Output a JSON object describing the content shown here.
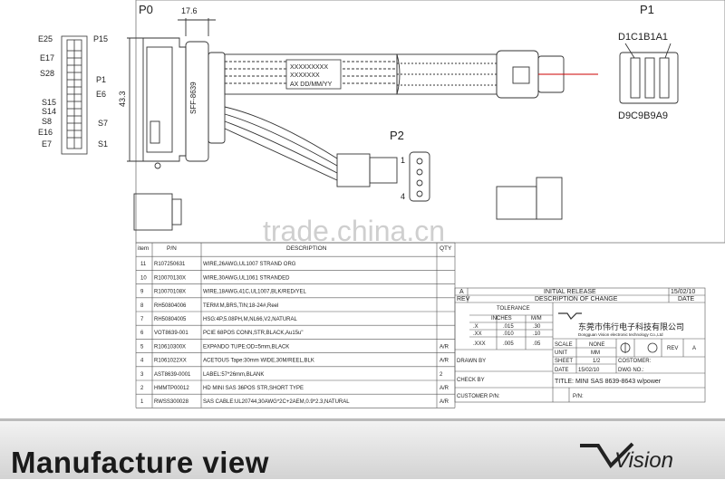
{
  "views": {
    "p0": "P0",
    "p1": "P1",
    "p2": "P2",
    "dim_top": "17.6",
    "dim_side": "43.3",
    "sff_label": "SFF-8639",
    "label_line1": "XXXXXXXXX",
    "label_line2": "XXXXXXX",
    "label_line3": "AX DD/MM/YY"
  },
  "pins_left": {
    "e25": "E25",
    "p15": "P15",
    "e17": "E17",
    "s28": "S28",
    "p1": "P1",
    "e6": "E6",
    "s15": "S15",
    "s14": "S14",
    "s8": "S8",
    "s7": "S7",
    "e16": "E16",
    "e7": "E7",
    "s1": "S1"
  },
  "pins_p1": {
    "top": "D1C1B1A1",
    "bottom": "D9C9B9A9"
  },
  "pins_p2": {
    "one": "1",
    "four": "4"
  },
  "bom": {
    "headers": {
      "item": "item",
      "pn": "P/N",
      "desc": "DESCRIPTION",
      "qty": "QTY"
    },
    "rows": [
      {
        "item": "11",
        "pn": "R107250631",
        "desc": "WIRE,26AWG,UL1007   STRAND ORG",
        "qty": ""
      },
      {
        "item": "10",
        "pn": "R10070130X",
        "desc": "WIRE,30AWG,UL1061   STRANDED",
        "qty": ""
      },
      {
        "item": "9",
        "pn": "R10070108X",
        "desc": "WIRE,18AWG,41C,UL1007,BLK/RED/YEL",
        "qty": ""
      },
      {
        "item": "8",
        "pn": "RH50804006",
        "desc": "TERM:M,BRS,TIN;18-24#,Reel",
        "qty": ""
      },
      {
        "item": "7",
        "pn": "RH50804005",
        "desc": "HSG:4P,5.08PH,M,NL66,V2,NATURAL",
        "qty": ""
      },
      {
        "item": "6",
        "pn": "VOT8639-001",
        "desc": "PCIE 68POS CONN,STR,BLACK,Au15u\"",
        "qty": ""
      },
      {
        "item": "5",
        "pn": "R10610300X",
        "desc": "EXPANDO TUPE:OD=5mm,BLACK",
        "qty": "A/R"
      },
      {
        "item": "4",
        "pn": "R1061022XX",
        "desc": "ACETOUS Tape:30mm WIDE,30M/REEL,BLK",
        "qty": "A/R"
      },
      {
        "item": "3",
        "pn": "AST8639-0001",
        "desc": "LABEL:57*26mm,BLANK",
        "qty": "2"
      },
      {
        "item": "2",
        "pn": "HMMTP00012",
        "desc": "HD MINI SAS 36POS STR,SHORT TYPE",
        "qty": "A/R"
      },
      {
        "item": "1",
        "pn": "RWSS300028",
        "desc": "SAS CABLE:UL20744,30AWG*2C+2AEM,0.9*2.3,NATURAL",
        "qty": "A/R"
      }
    ]
  },
  "revision": {
    "rev_letter": "A",
    "rev_text": "INITIAL RELEASE",
    "rev_date": "15/02/10",
    "h_rev": "REV",
    "h_desc": "DESCRIPTION OF CHANGE",
    "h_date": "DATE"
  },
  "tolerance": {
    "title": "TOLERANCE",
    "h_inches": "INCHES",
    "h_mm": "M/M",
    "rows": [
      {
        "k": ".X",
        "in": ".015",
        "mm": ".30"
      },
      {
        "k": ".XX",
        "in": ".010",
        "mm": ".10"
      },
      {
        "k": ".XXX",
        "in": ".005",
        "mm": ".05"
      }
    ]
  },
  "titleblock": {
    "company_cn": "东莞市伟行电子科技有限公司",
    "company_en": "Dongguan Vision electronic technology Co.,Ltd",
    "drawn_by": "DRAWN BY",
    "check_by": "CHECK BY",
    "customer_pn": "CUSTOMER  P/N:",
    "pn": "P/N:",
    "scale_l": "SCALE",
    "scale_v": "NONE",
    "unit_l": "UNIT",
    "unit_v": "MM",
    "sheet_l": "SHEET",
    "sheet_v": "1/2",
    "date_l": "DATE",
    "date_v": "15/02/10",
    "customer_l": "COSTOMER:",
    "dwg_l": "DWG NO.:",
    "rev_l": "REV",
    "rev_v": "A",
    "title": "TITLE:  MINI SAS 8639-8643 w/power"
  },
  "watermarks": {
    "trade": "trade.china.cn"
  },
  "banner": {
    "title": "Manufacture view",
    "logo": "Vision"
  }
}
